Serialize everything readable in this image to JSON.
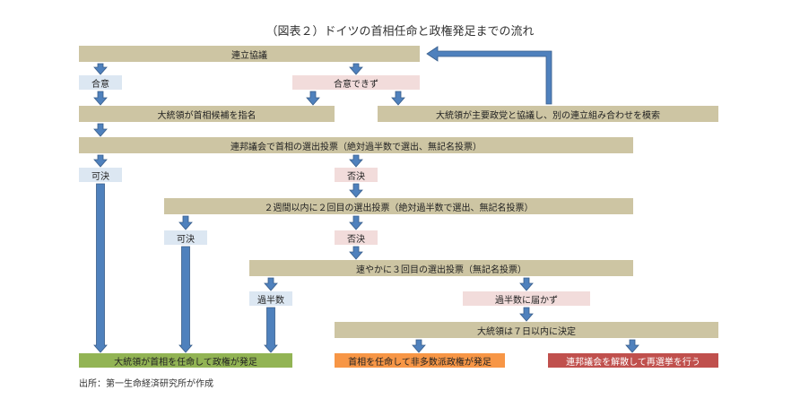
{
  "title": "（図表２）ドイツの首相任命と政権発足までの流れ",
  "nodes": {
    "coalition_talks": "連立協議",
    "agreed": "合意",
    "not_agreed": "合意できず",
    "president_nominates": "大統領が首相候補を指名",
    "president_consults": "大統領が主要政党と協議し、別の連立組み合わせを模索",
    "first_vote": "連邦議会で首相の選出投票（絶対過半数で選出、無記名投票）",
    "approved_1": "可決",
    "rejected_1": "否決",
    "second_vote": "２週間以内に２回目の選出投票（絶対過半数で選出、無記名投票）",
    "approved_2": "可決",
    "rejected_2": "否決",
    "third_vote": "速やかに３回目の選出投票（無記名投票）",
    "majority": "過半数",
    "no_majority": "過半数に届かず",
    "president_decides": "大統領は７日以内に決定",
    "result_government": "大統領が首相を任命して政権が発足",
    "result_minority": "首相を任命して非多数派政権が発足",
    "result_dissolve": "連邦議会を解散して再選挙を行う"
  },
  "source": "出所：第一生命経済研究所が作成",
  "colors": {
    "arrow": "#4f81bd",
    "arrow_stroke": "#385d8a"
  }
}
